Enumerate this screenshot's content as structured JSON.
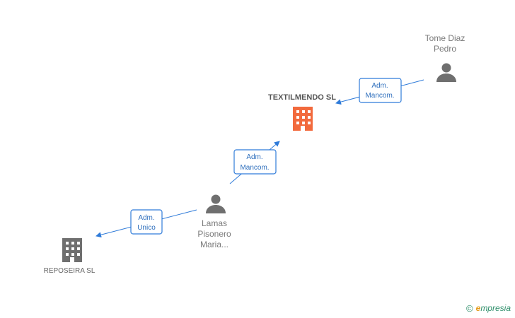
{
  "diagram": {
    "nodes": [
      {
        "id": "textilmendo",
        "type": "company",
        "highlight": true,
        "label_lines": [
          "TEXTILMENDO SL"
        ],
        "icon": "building-icon",
        "color": "#f26a3d"
      },
      {
        "id": "reposeira",
        "type": "company",
        "highlight": false,
        "label_lines": [
          "REPOSEIRA SL"
        ],
        "icon": "building-icon",
        "color": "#6f6f6f"
      },
      {
        "id": "lamas",
        "type": "person",
        "label_lines": [
          "Lamas",
          "Pisonero",
          "Maria..."
        ],
        "icon": "person-icon",
        "color": "#6f6f6f"
      },
      {
        "id": "tome",
        "type": "person",
        "label_lines": [
          "Tome Diaz",
          "Pedro"
        ],
        "icon": "person-icon",
        "color": "#6f6f6f"
      }
    ],
    "edges": [
      {
        "id": "tome-to-textilmendo",
        "from": "tome",
        "to": "textilmendo",
        "label_lines": [
          "Adm.",
          "Mancom."
        ]
      },
      {
        "id": "lamas-to-textilmendo",
        "from": "lamas",
        "to": "textilmendo",
        "label_lines": [
          "Adm.",
          "Mancom."
        ]
      },
      {
        "id": "lamas-to-reposeira",
        "from": "lamas",
        "to": "reposeira",
        "label_lines": [
          "Adm.",
          "Unico"
        ]
      }
    ]
  },
  "watermark": {
    "copyright_symbol": "©",
    "brand_initial": "e",
    "brand_rest": "mpresia"
  },
  "colors": {
    "edge": "#2f7bd9",
    "edge_text": "#2f6fbd",
    "node_text": "#7a7a7a",
    "highlight_company": "#f26a3d",
    "neutral_icon": "#6f6f6f",
    "watermark_green": "#2f8f6b",
    "watermark_orange": "#e59a18"
  }
}
